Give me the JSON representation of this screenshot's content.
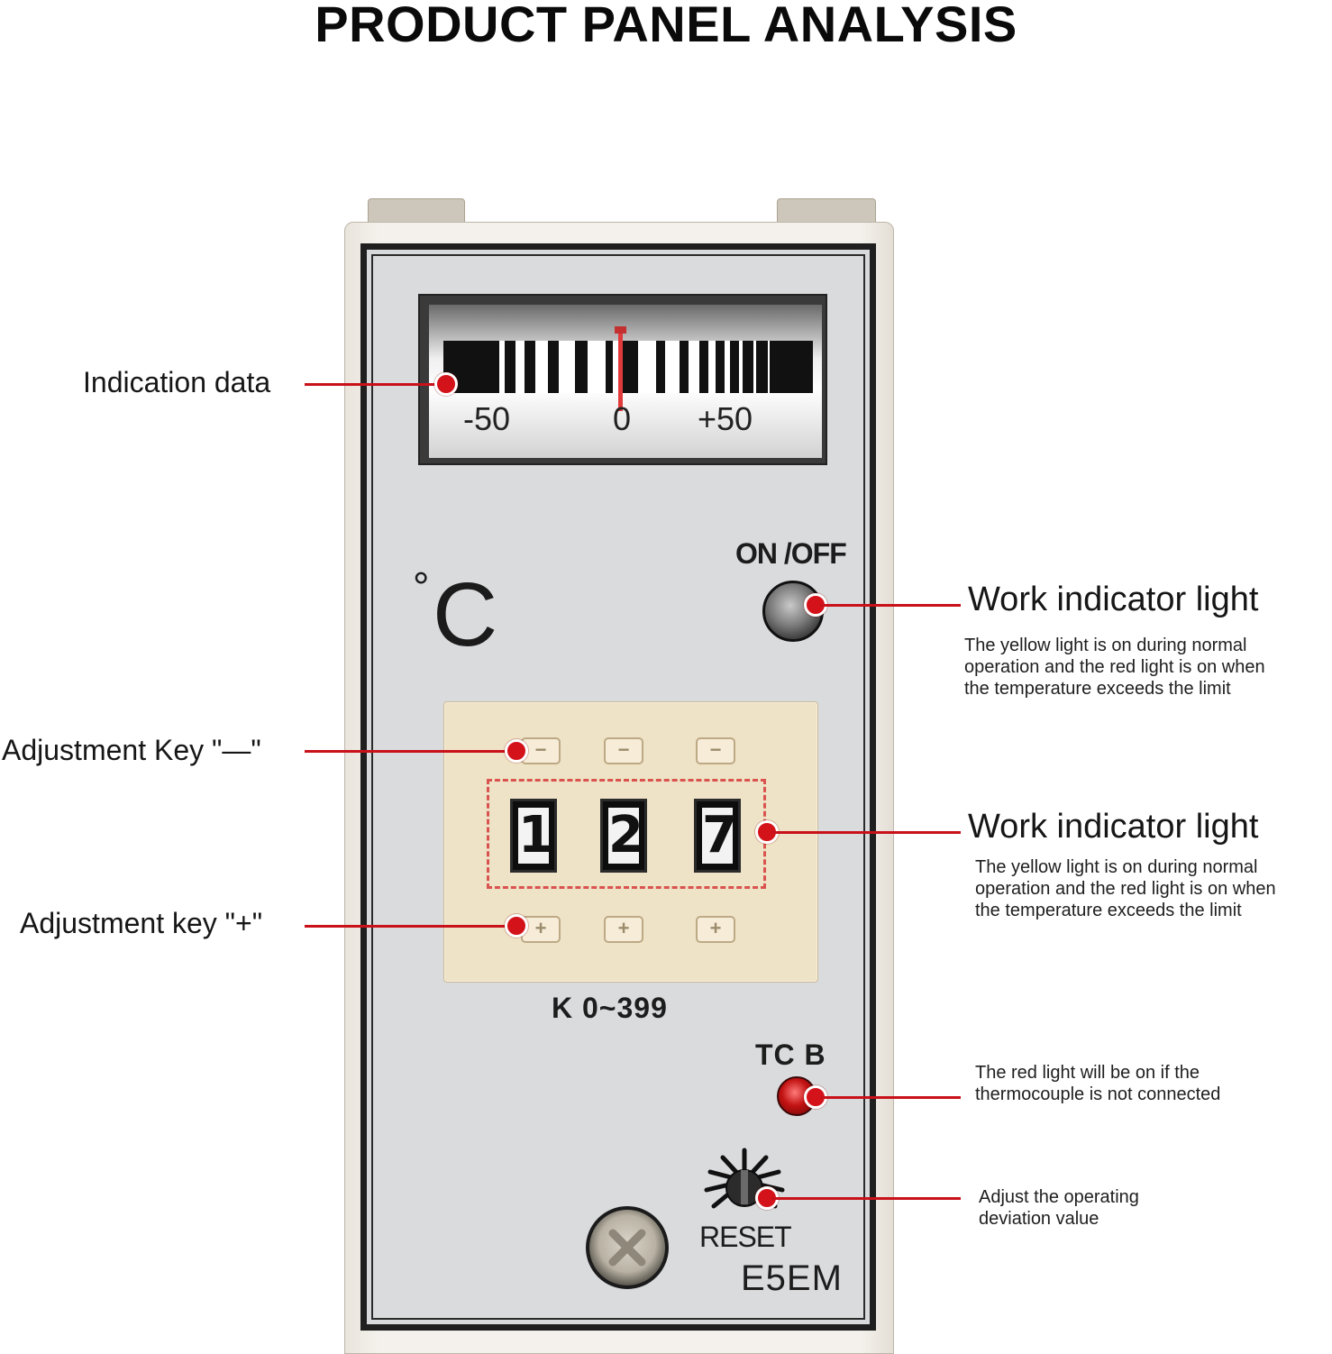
{
  "title": "PRODUCT PANEL ANALYSIS",
  "device": {
    "meter_scale": {
      "left": "-50",
      "center": "0",
      "right": "+50"
    },
    "unit_degree": "°",
    "unit_letter": "C",
    "onoff_label": "ON /OFF",
    "digits": [
      "1",
      "2",
      "7"
    ],
    "minus_key_symbol": "−",
    "plus_key_symbol": "+",
    "range_label": "K  0~399",
    "tcb_label": "TC  B",
    "reset_label": "RESET",
    "model": "E5EM"
  },
  "callouts": {
    "indication": {
      "title": "Indication data"
    },
    "work_light_1": {
      "title": "Work indicator light",
      "desc": [
        "The yellow light is on during normal",
        "operation and the red light is on when",
        "the temperature exceeds the limit"
      ]
    },
    "minus_key": {
      "title": "Adjustment Key \"—\""
    },
    "work_light_2": {
      "title": "Work indicator light",
      "desc": [
        "The yellow light is on during normal",
        "operation and the red light is on when",
        "the temperature exceeds the limit"
      ]
    },
    "plus_key": {
      "title": "Adjustment key \"+\""
    },
    "tcb": {
      "desc": [
        "The red light will be on if the",
        "thermocouple is not connected"
      ]
    },
    "reset": {
      "desc": [
        "Adjust the operating",
        "deviation value"
      ]
    }
  },
  "colors": {
    "accent_red": "#c9111a",
    "panel_gray": "#d8d9db",
    "keypad_beige": "#efe3c7"
  }
}
